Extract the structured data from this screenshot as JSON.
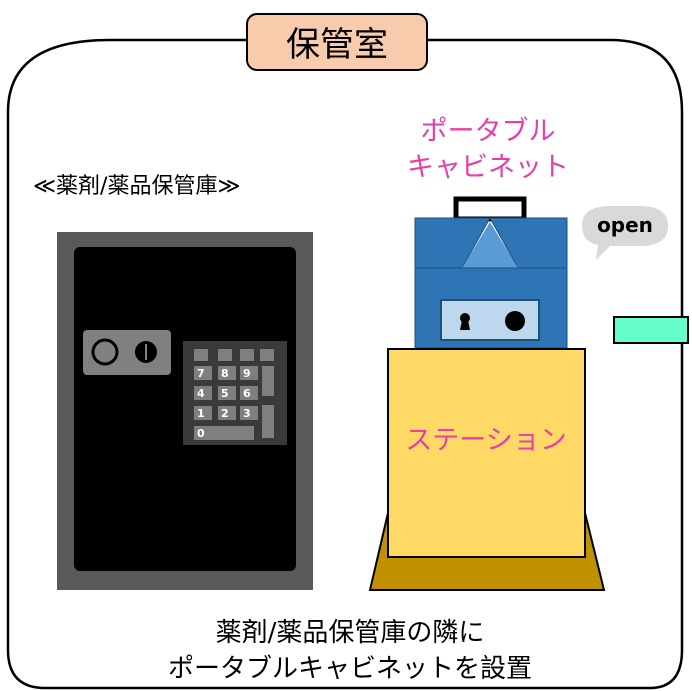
{
  "room": {
    "label": "保管室"
  },
  "safe": {
    "label": "≪薬剤/薬品保管庫≫",
    "keypad": [
      {
        "key": "7"
      },
      {
        "key": "8"
      },
      {
        "key": "9"
      },
      {
        "key": "4"
      },
      {
        "key": "5"
      },
      {
        "key": "6"
      },
      {
        "key": "1"
      },
      {
        "key": "2"
      },
      {
        "key": "3"
      },
      {
        "key": "0"
      }
    ]
  },
  "cabinet": {
    "label_line1": "ポータブル",
    "label_line2": "キャビネット",
    "bubble": "open"
  },
  "station": {
    "label": "ステーション"
  },
  "caption": {
    "line1": "薬剤/薬品保管庫の隣に",
    "line2": "ポータブルキャビネットを設置"
  },
  "colors": {
    "label_pink": "#e83ea8",
    "title_fill": "#f8cbad",
    "cabinet_blue": "#2e75b6",
    "station_fill": "#ffd966",
    "base_fill": "#bf9000",
    "safe_body": "#595959",
    "connector": "#66ffcc"
  }
}
